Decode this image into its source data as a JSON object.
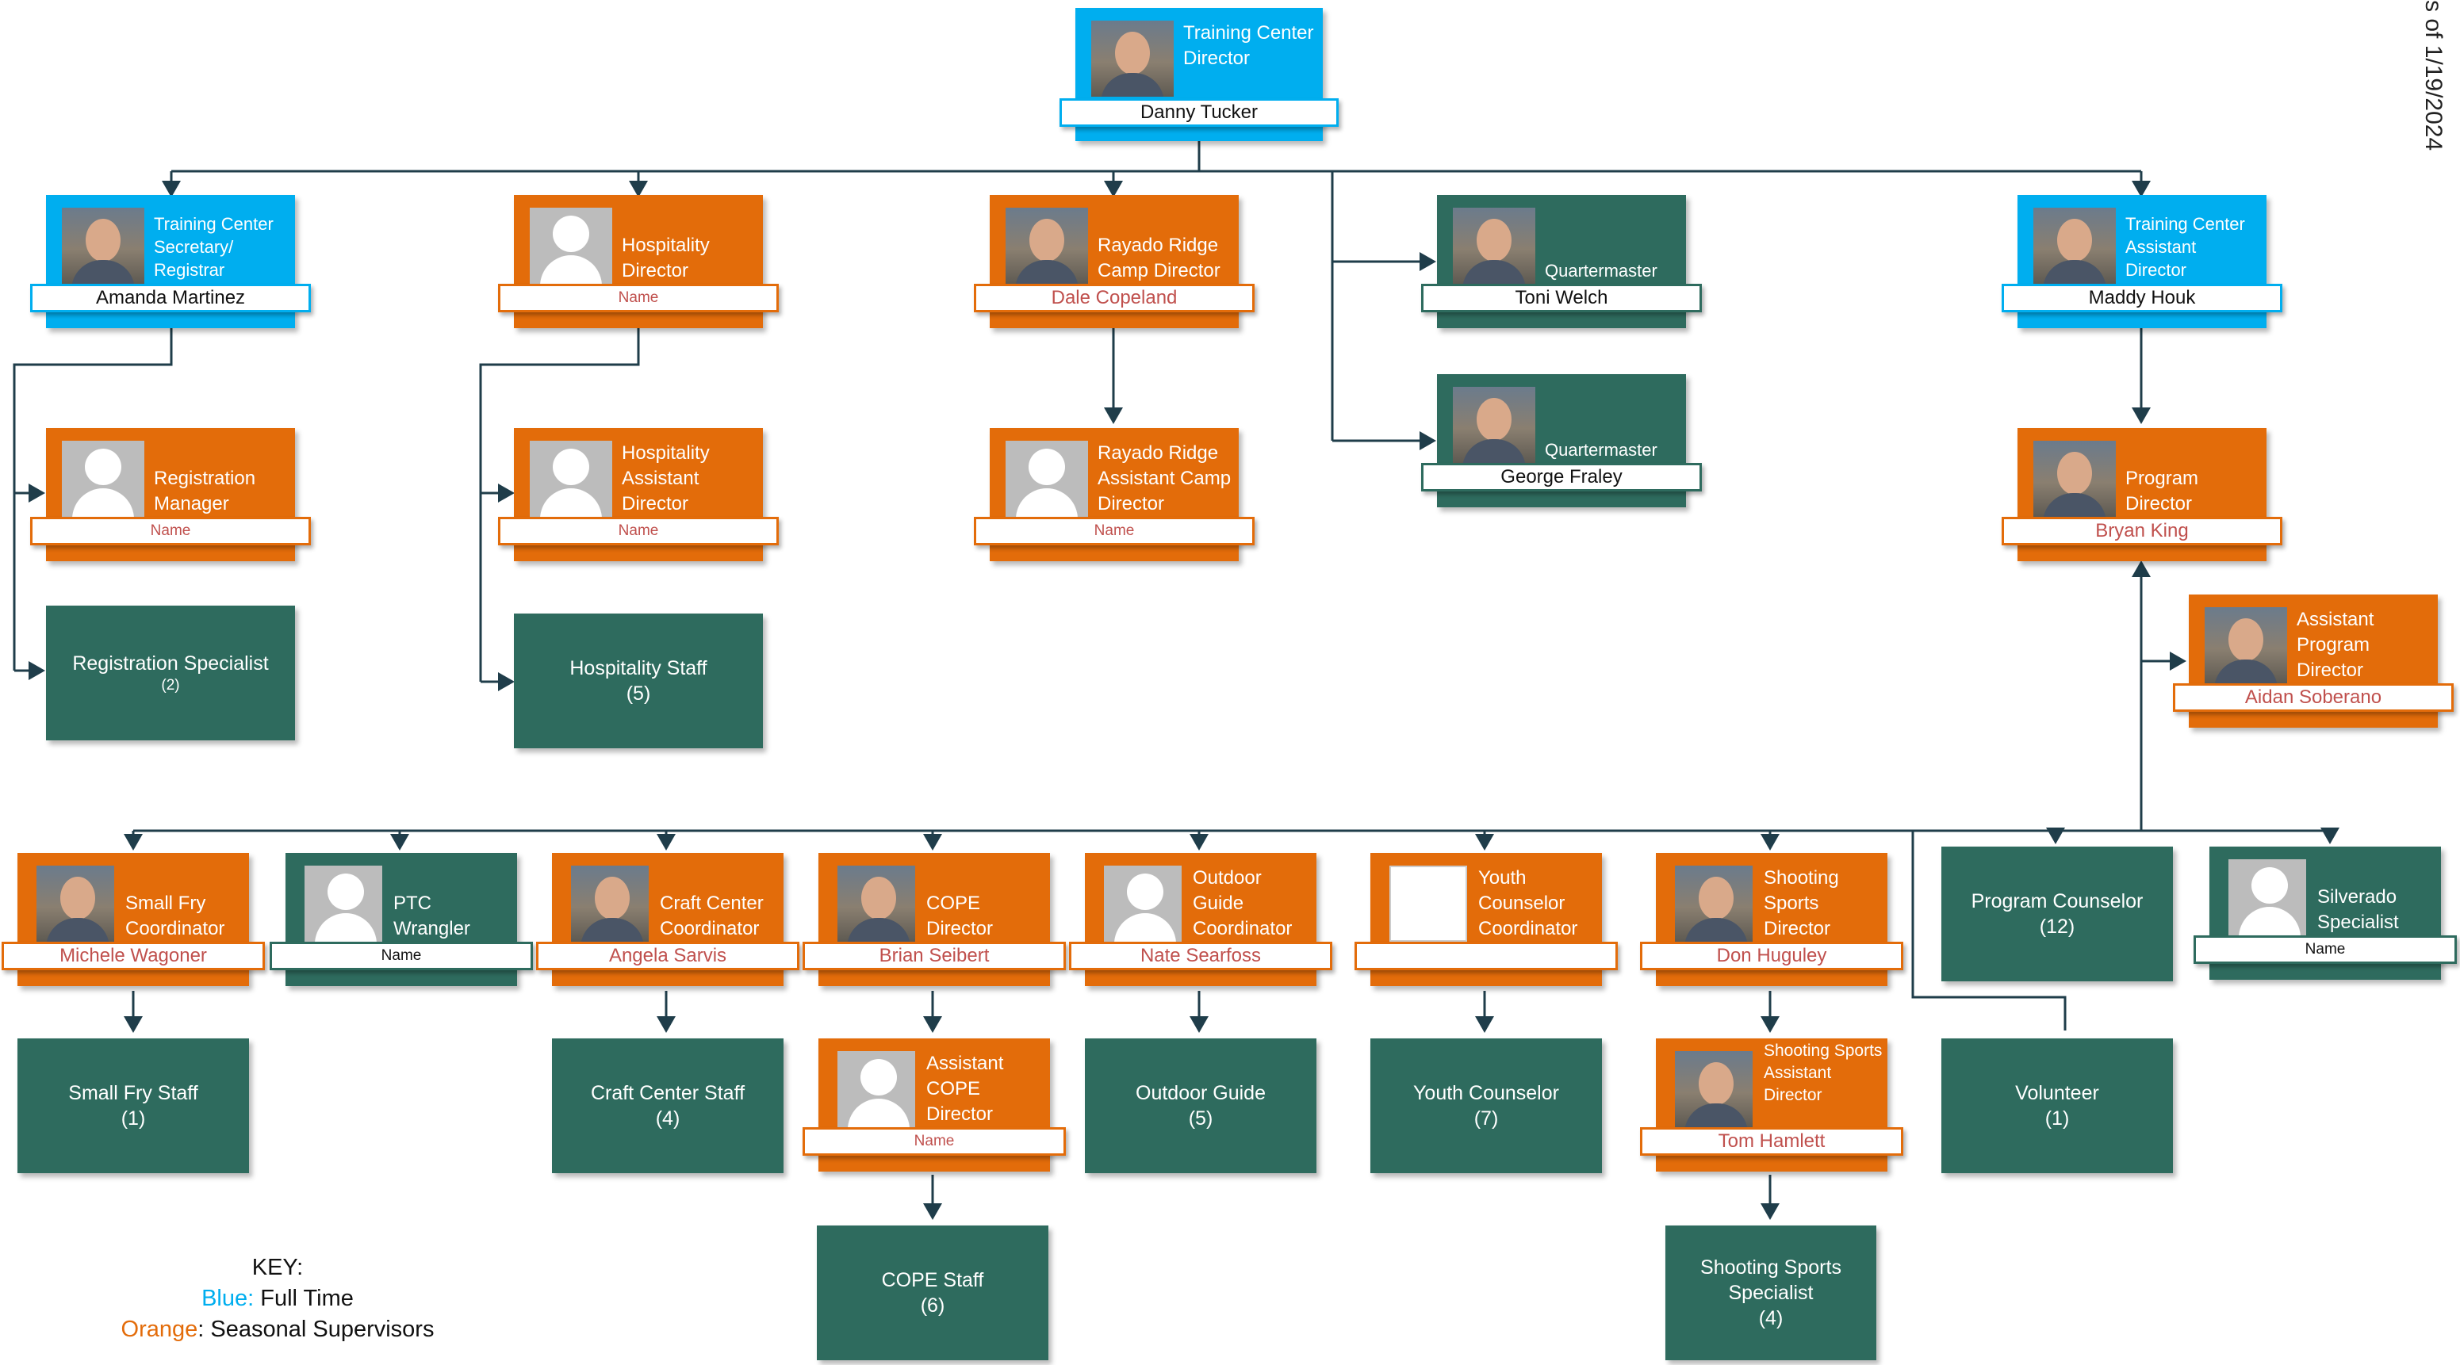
{
  "as_of": "s of 1/19/2024",
  "cards": {
    "director": {
      "title": "Training Center Director",
      "name": "Danny Tucker"
    },
    "secretary": {
      "title": "Training Center Secretary/ Registrar",
      "name": "Amanda Martinez"
    },
    "hospitality_director": {
      "title": "Hospitality Director",
      "name": "Name"
    },
    "rayado_director": {
      "title": "Rayado Ridge Camp Director",
      "name": "Dale Copeland"
    },
    "quartermaster1": {
      "title": "Quartermaster",
      "name": "Toni Welch"
    },
    "quartermaster2": {
      "title": "Quartermaster",
      "name": "George Fraley"
    },
    "assistant_director": {
      "title": "Training Center Assistant Director",
      "name": "Maddy Houk"
    },
    "registration_manager": {
      "title": "Registration Manager",
      "name": "Name"
    },
    "hospitality_assistant": {
      "title": "Hospitality Assistant Director",
      "name": "Name"
    },
    "rayado_assistant": {
      "title": "Rayado Ridge Assistant Camp Director",
      "name": "Name"
    },
    "program_director": {
      "title": "Program Director",
      "name": "Bryan King"
    },
    "assistant_program_director": {
      "title": "Assistant Program Director",
      "name": "Aidan Soberano"
    },
    "small_fry": {
      "title": "Small Fry Coordinator",
      "name": "Michele Wagoner"
    },
    "ptc_wrangler": {
      "title": "PTC Wrangler",
      "name": "Name"
    },
    "craft_center": {
      "title": "Craft Center Coordinator",
      "name": "Angela Sarvis"
    },
    "cope_director": {
      "title": "COPE Director",
      "name": "Brian Seibert"
    },
    "outdoor_guide": {
      "title": "Outdoor Guide Coordinator",
      "name": "Nate Searfoss"
    },
    "youth_counselor": {
      "title": "Youth Counselor Coordinator",
      "name": ""
    },
    "shooting_director": {
      "title": "Shooting Sports Director",
      "name": "Don Huguley"
    },
    "silverado": {
      "title": "Silverado Specialist",
      "name": "Name"
    },
    "cope_assistant": {
      "title": "Assistant COPE Director",
      "name": "Name"
    },
    "shooting_assistant": {
      "title": "Shooting Sports Assistant Director",
      "name": "Tom Hamlett"
    }
  },
  "boxes": {
    "registration_specialist": {
      "label": "Registration Specialist",
      "count": "(2)"
    },
    "hospitality_staff": {
      "label": "Hospitality Staff",
      "count": "(5)"
    },
    "program_counselor": {
      "label": "Program Counselor",
      "count": "(12)"
    },
    "small_fry_staff": {
      "label": "Small Fry Staff",
      "count": "(1)"
    },
    "craft_center_staff": {
      "label": "Craft Center Staff",
      "count": "(4)"
    },
    "outdoor_guide_staff": {
      "label": "Outdoor Guide",
      "count": "(5)"
    },
    "youth_counselor_staff": {
      "label": "Youth Counselor",
      "count": "(7)"
    },
    "volunteer": {
      "label": "Volunteer",
      "count": "(1)"
    },
    "cope_staff": {
      "label": "COPE Staff",
      "count": "(6)"
    },
    "shooting_specialist": {
      "label": "Shooting Sports Specialist",
      "count": "(4)"
    }
  },
  "key": {
    "heading": "KEY:",
    "blue_word": "Blue:",
    "blue_text": " Full Time",
    "orange_word": "Orange",
    "orange_text": ": Seasonal Supervisors"
  },
  "colors": {
    "full_time": "#00aeef",
    "seasonal": "#e36c0a",
    "staff": "#2e6b5e",
    "connector": "#1f3d4a"
  }
}
